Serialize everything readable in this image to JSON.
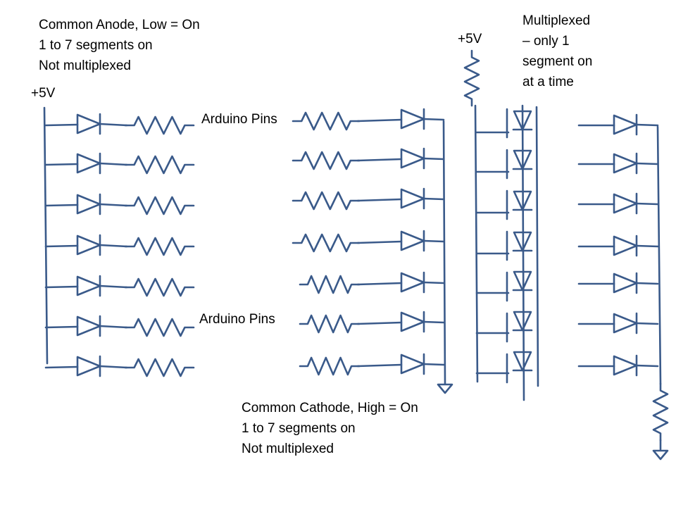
{
  "left_section": {
    "caption": [
      "Common Anode, Low = On",
      "1 to 7 segments on",
      "Not multiplexed"
    ],
    "supply": "+5V"
  },
  "middle_labels": {
    "top_pins": "Arduino Pins",
    "bottom_pins": "Arduino Pins"
  },
  "middle_section": {
    "caption": [
      "Common Cathode, High = On",
      "1 to 7 segments on",
      "Not multiplexed"
    ]
  },
  "right_section": {
    "caption": [
      "Multiplexed",
      "– only 1",
      "segment on",
      "at a time"
    ],
    "supply": "+5V"
  },
  "style": {
    "ink": "#3a5a8a"
  }
}
